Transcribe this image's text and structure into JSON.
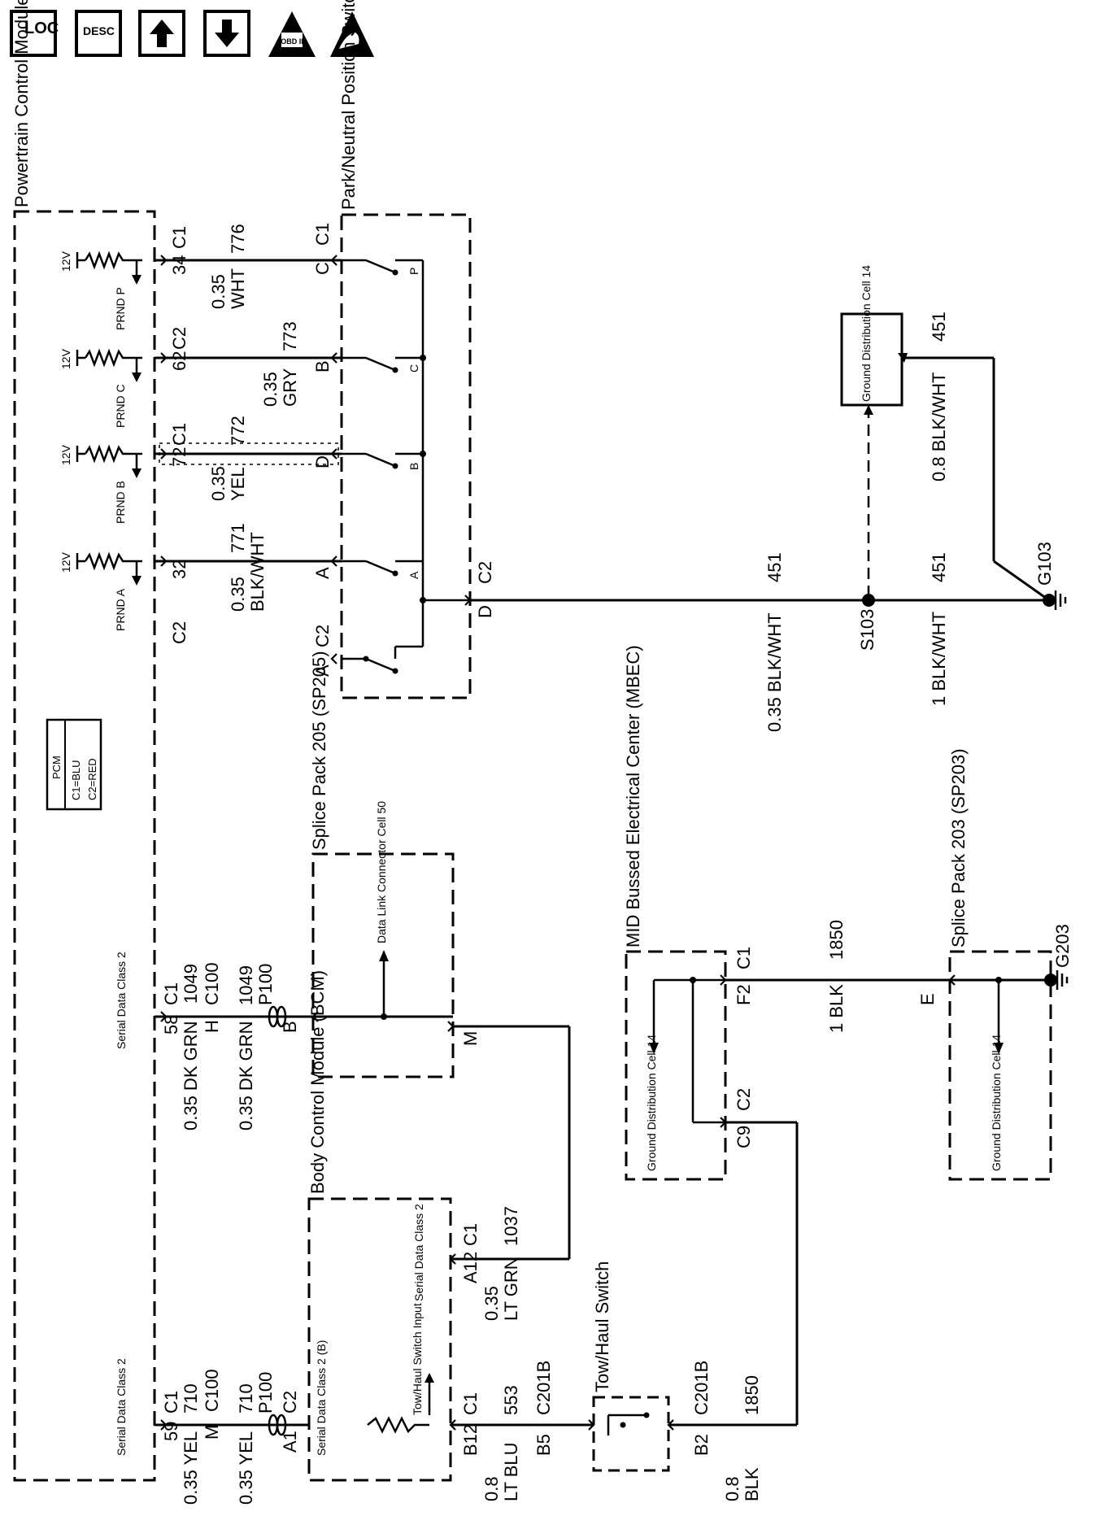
{
  "toolbar": {
    "locate_label": "LOC",
    "describe_label": "DESC",
    "obd_label": "OBD II"
  },
  "modules": {
    "pcm": "Powertrain Control Module (PCM)",
    "pnp_switch": "Park/Neutral Position Switch",
    "sp205": "Splice Pack 205 (SP205)",
    "bcm": "Body Control Module (BCM)",
    "mbec": "MID Bussed Electrical Center (MBEC)",
    "sp203": "Splice Pack 203 (SP203)",
    "towhaul_switch": "Tow/Haul Switch",
    "dlc": "Data Link Connector Cell 50",
    "ground_dist": "Ground Distribution Cell 14"
  },
  "pcm_legend": {
    "title": "PCM",
    "line1": "C1=BLU",
    "line2": "C2=RED"
  },
  "prnd_circuits": [
    {
      "label": "PRND A",
      "pin": "32",
      "conn": "C2",
      "wire_size": "0.35",
      "wire_color": "BLK/WHT",
      "circuit": "771",
      "switch_pin": "A"
    },
    {
      "label": "PRND B",
      "pin": "72",
      "conn": "C1",
      "wire_size": "0.35",
      "wire_color": "YEL",
      "circuit": "772",
      "switch_pin": "D"
    },
    {
      "label": "PRND C",
      "pin": "62",
      "conn": "C2",
      "wire_size": "0.35",
      "wire_color": "GRY",
      "circuit": "773",
      "switch_pin": "B"
    },
    {
      "label": "PRND P",
      "pin": "34",
      "conn": "C1",
      "wire_size": "0.35",
      "wire_color": "WHT",
      "circuit": "776",
      "switch_pin": "C"
    }
  ],
  "volt": "12V",
  "switch_contacts": [
    "A",
    "B",
    "C",
    "P"
  ],
  "pnp_ground": {
    "pin": "D",
    "conn": "C2",
    "wire_a": "0.35 BLK/WHT",
    "circuit_a": "451",
    "splice": "S103",
    "wire_b": "1 BLK/WHT",
    "circuit_b": "451",
    "wire_c": "0.8 BLK/WHT",
    "circuit_c": "451",
    "ground": "G103"
  },
  "serial_data_pcm": {
    "label": "Serial Data Class 2",
    "pin": "58",
    "conn": "C1",
    "circuit": "1049",
    "wire": "0.35 DK GRN",
    "c100": "C100",
    "c100_pin": "H",
    "p100": "P100",
    "p100_pin": "B",
    "circuit2": "1049"
  },
  "sp205_pin_m": "M",
  "bcm_serial": {
    "label": "Serial Data Class 2",
    "pin": "A12",
    "conn": "C1",
    "wire_size": "0.35",
    "wire_color": "LT GRN",
    "circuit": "1037"
  },
  "pcm_towhaul": {
    "label": "Serial Data Class 2",
    "pin": "59",
    "conn": "C1",
    "circuit": "710",
    "wire": "0.35 YEL",
    "c100": "C100",
    "c100_pin": "M",
    "p100": "P100",
    "p100_pin": "A1",
    "p100_conn": "C2",
    "circuit2": "710"
  },
  "bcm_inputs": {
    "serial_b": "Serial Data Class 2 (B)",
    "towhaul_input": "Tow/Haul Switch Input"
  },
  "towhaul_wire": {
    "pin": "B12",
    "conn": "C1",
    "wire_size": "0.8",
    "wire_color": "LT BLU",
    "circuit": "553",
    "c201b": "C201B",
    "c201b_pin": "B5"
  },
  "towhaul_ground": {
    "pin": "B2",
    "c201b": "C201B",
    "wire_size": "0.8",
    "wire_color": "BLK",
    "circuit": "1850"
  },
  "mbec_pins": {
    "f2": "F2",
    "c1": "C1",
    "c9": "C9",
    "c2": "C2"
  },
  "mbec_to_sp203": {
    "wire": "1 BLK",
    "circuit": "1850",
    "pin": "E",
    "ground": "G203"
  }
}
